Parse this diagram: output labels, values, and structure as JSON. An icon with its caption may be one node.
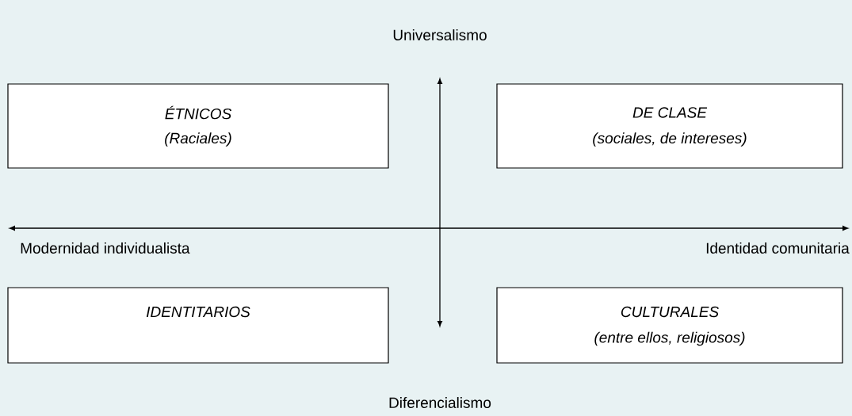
{
  "diagram": {
    "nodes": [
      {
        "text": [
          "ÉTNICOS",
          "(Raciales)"
        ]
      },
      {
        "text": [
          "DE CLASE",
          "(sociales, de intereses)"
        ]
      },
      {
        "text": [
          "IDENTITARIOS"
        ]
      },
      {
        "text": [
          "CULTURALES",
          "(entre ellos, religiosos)"
        ]
      }
    ],
    "labels": [
      "Universalismo",
      "Modernidad individualista",
      "Identidad comunitaria",
      "Diferencialismo"
    ]
  }
}
